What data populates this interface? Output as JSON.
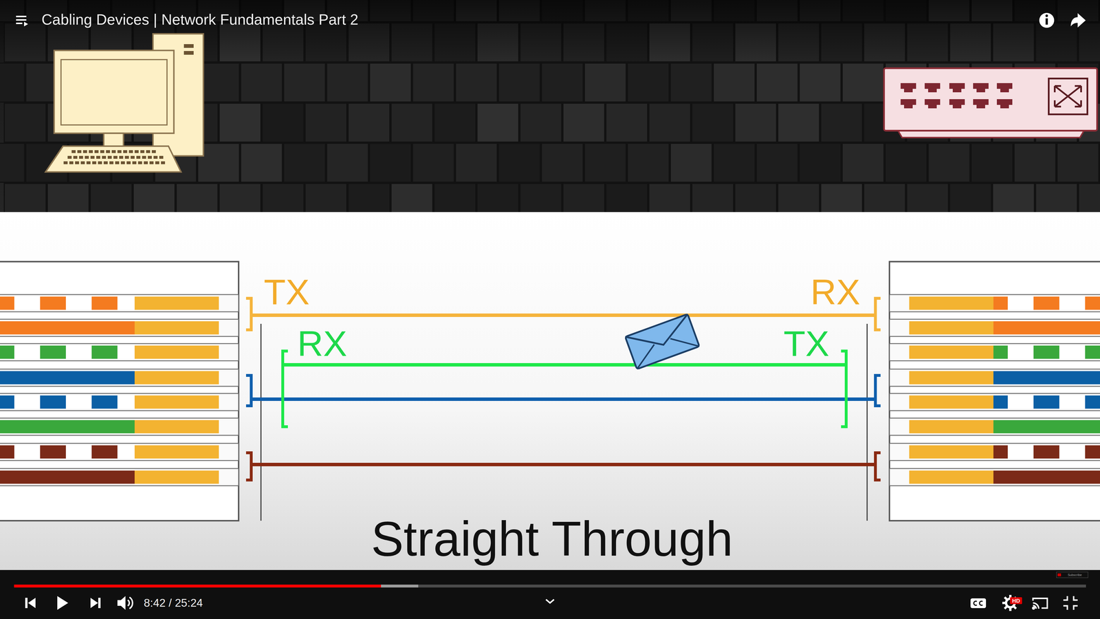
{
  "diagram": {
    "title": "Cabling Devices | Network Fundamentals Part 2",
    "caption": "Straight Through",
    "labels": [
      "TX",
      "RX",
      "RX",
      "TX",
      "8:42 / 25:24",
      "HD",
      "Subscribe"
    ]
  }
}
